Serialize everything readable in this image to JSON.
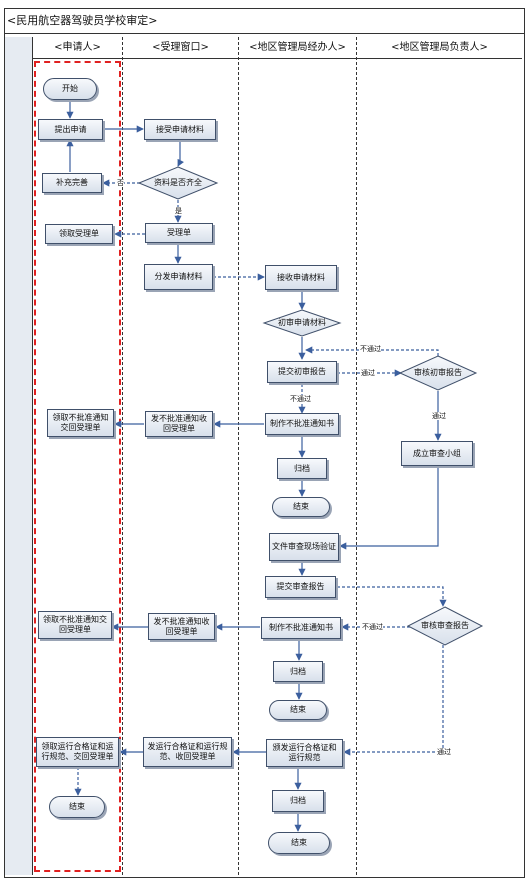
{
  "title": "<民用航空器驾驶员学校审定>",
  "lanes": [
    "<申请人>",
    "<受理窗口>",
    "<地区管理局经办人>",
    "<地区管理局负责人>"
  ],
  "nodes": {
    "start": "开始",
    "submit": "提出申请",
    "supplement": "补充完善",
    "receive_docs": "接受申请材料",
    "complete_check": "资料是否齐全",
    "get_receipt": "领取受理单",
    "receipt": "受理单",
    "distribute": "分发申请材料",
    "accept_docs": "接收申请材料",
    "initial_review": "初审申请材料",
    "submit_initial_report": "提交初审报告",
    "review_initial_report": "审核初审报告",
    "make_reject_1": "制作不批准通知书",
    "issue_reject_1": "发不批准通知收回受理单",
    "get_reject_1": "领取不批准通知交回受理单",
    "archive_1": "归档",
    "end_1": "结束",
    "form_team": "成立审查小组",
    "doc_review": "文件审查现场验证",
    "submit_review_report": "提交审查报告",
    "review_review_report": "审核审查报告",
    "make_reject_2": "制作不批准通知书",
    "issue_reject_2": "发不批准通知收回受理单",
    "get_reject_2": "领取不批准通知交回受理单",
    "archive_2": "归档",
    "end_2": "结束",
    "issue_cert": "颁发运行合格证和运行规范",
    "issue_cert_window": "发运行合格证和运行规范、收回受理单",
    "get_cert": "领取运行合格证和运行规范、交回受理单",
    "archive_3": "归档",
    "end_3": "结束"
  },
  "labels": {
    "no": "否",
    "yes": "是",
    "not_pass": "不通过",
    "pass": "通过"
  }
}
